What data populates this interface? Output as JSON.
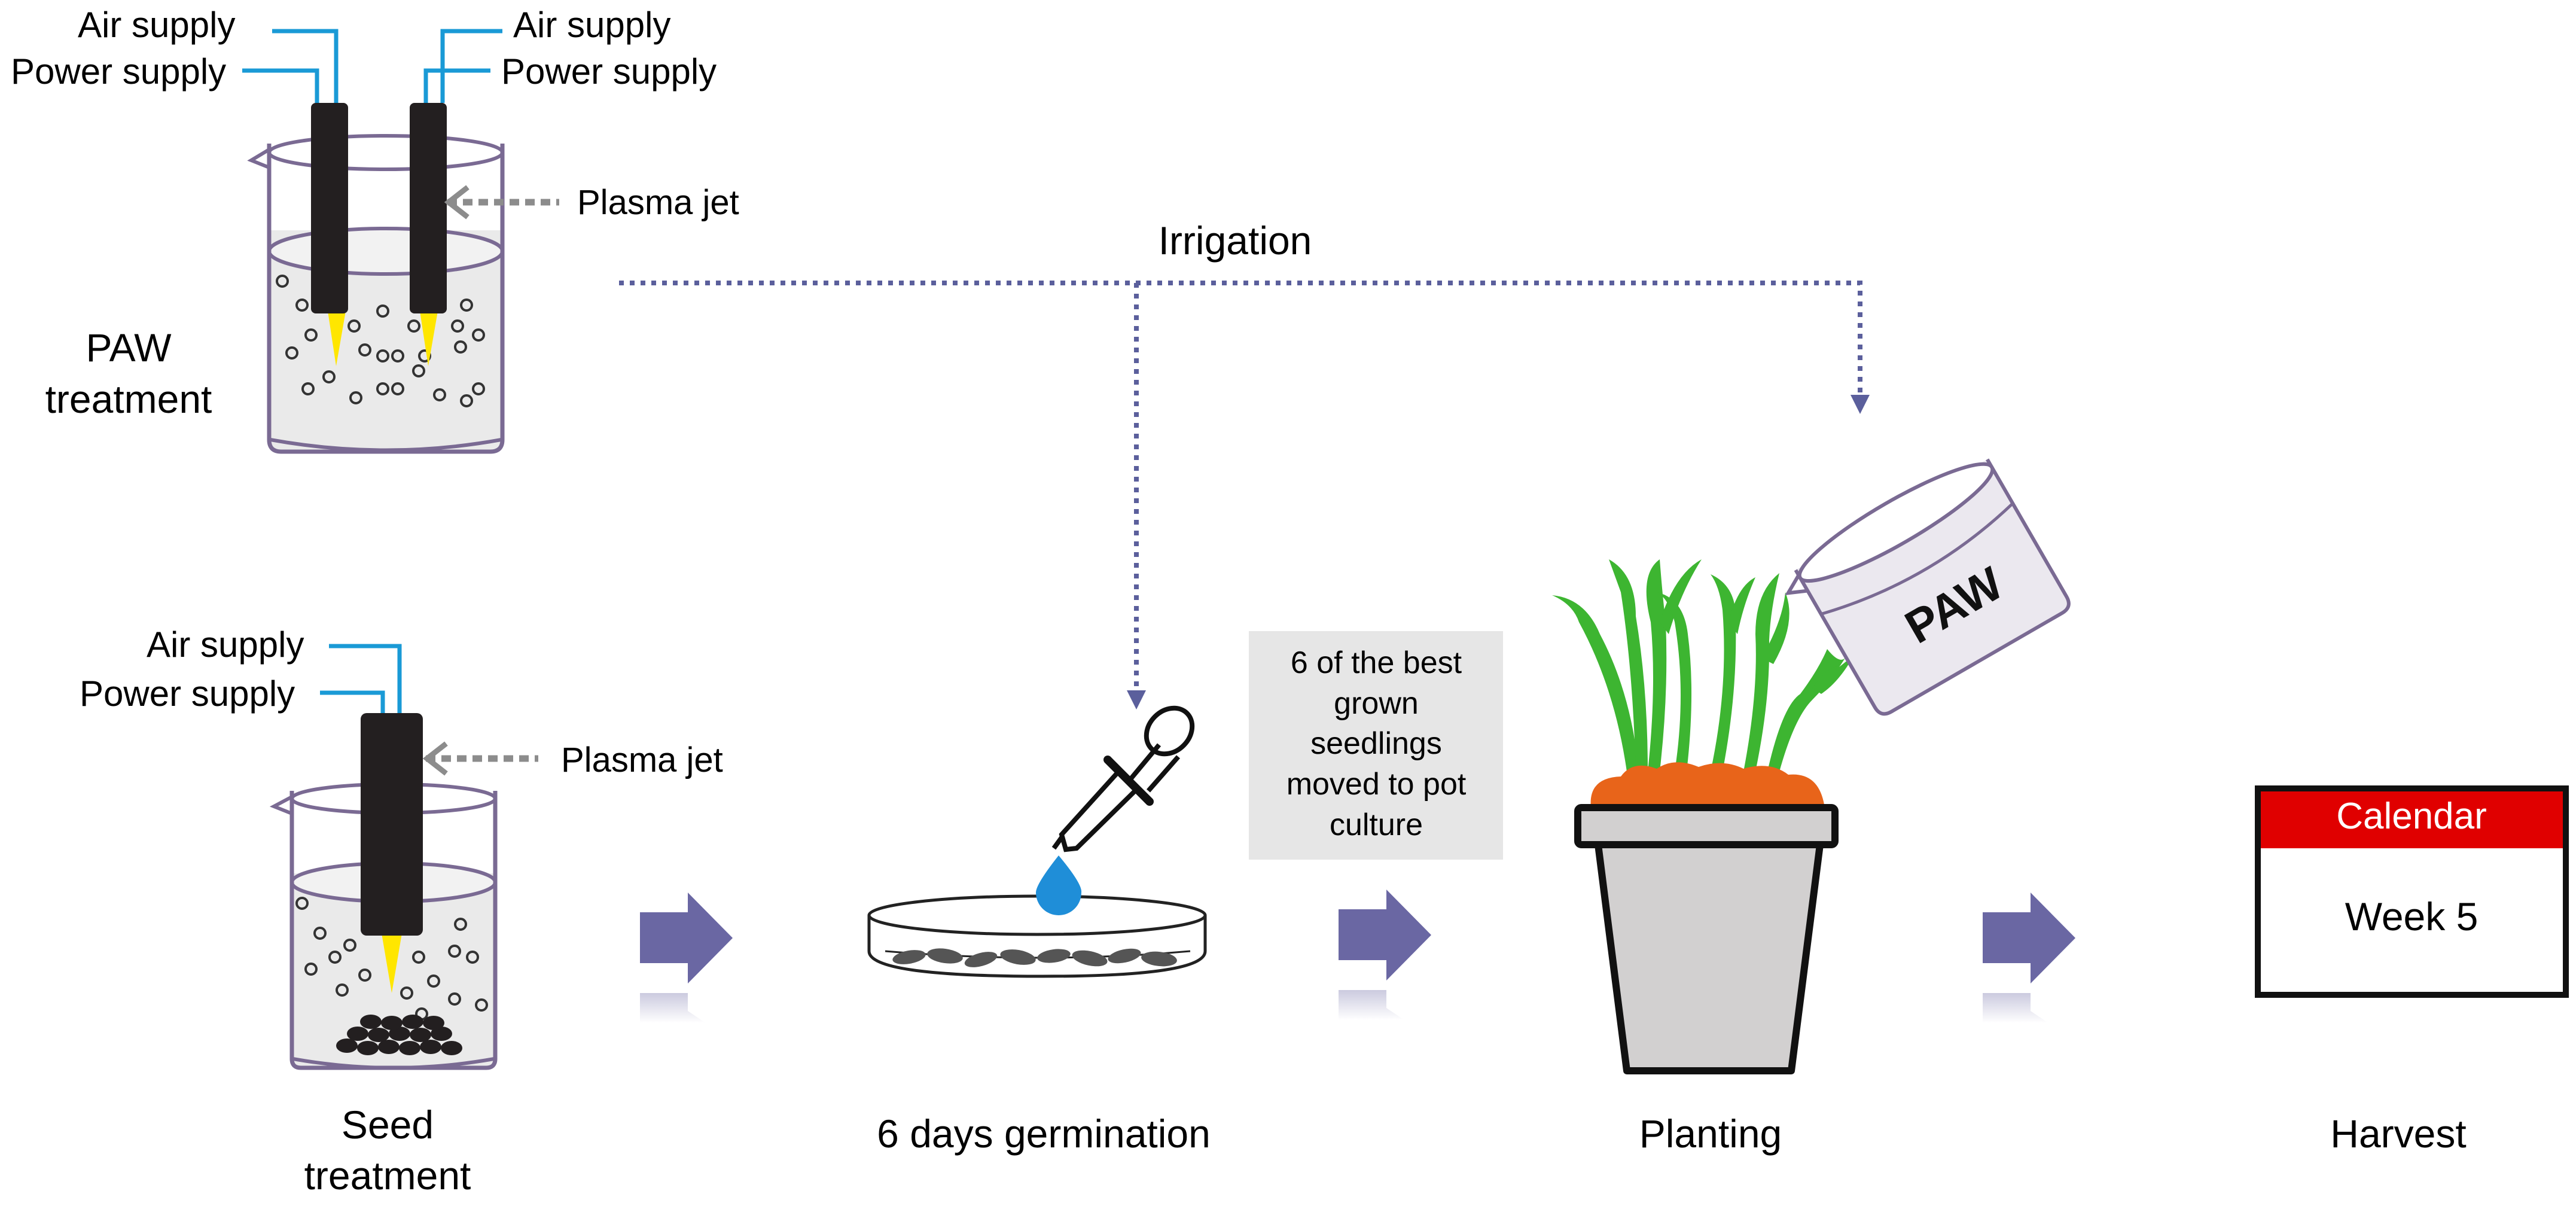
{
  "labels": {
    "air_supply": "Air supply",
    "power_supply": "Power supply",
    "plasma_jet": "Plasma jet",
    "irrigation": "Irrigation",
    "paw_treatment_line1": "PAW",
    "paw_treatment_line2": "treatment",
    "seed_treatment_line1": "Seed",
    "seed_treatment_line2": "treatment",
    "germination": "6 days germination",
    "planting": "Planting",
    "harvest": "Harvest",
    "paw_beaker_label": "PAW",
    "seedlings_note": [
      "6 of the best",
      "grown",
      "seedlings",
      "moved to pot",
      "culture"
    ]
  },
  "calendar": {
    "header": "Calendar",
    "body": "Week 5"
  },
  "colors": {
    "supply_line": "#1a9ad6",
    "process_arrow": "#6a67a3",
    "irrigation_line": "#5b5f9c",
    "beaker_outline": "#7a6a93",
    "water_fill": "#eaeaea",
    "electrode": "#231f20",
    "plasma": "#ffe600",
    "calendar_header": "#e00000",
    "soil": "#e8641a",
    "plant": "#3db531",
    "pot": "#d2d0d0",
    "note_box": "#e6e6e6",
    "drop": "#1f8ed8",
    "seed": "#555555"
  }
}
